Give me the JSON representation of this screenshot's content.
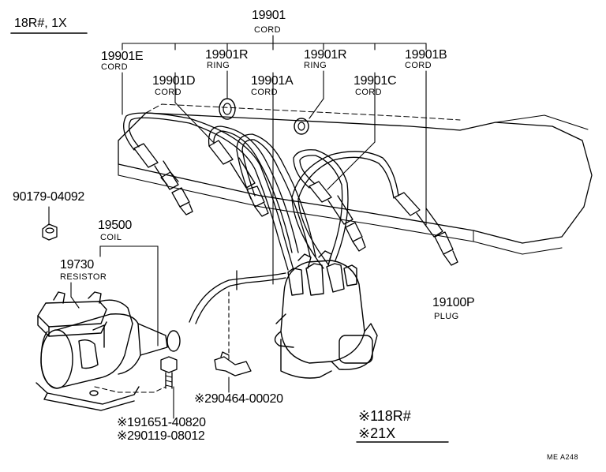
{
  "header": {
    "model": "18R#, 1X"
  },
  "labels": {
    "cord_main": {
      "pn": "19901",
      "name": "CORD"
    },
    "cord_e": {
      "pn": "19901E",
      "name": "CORD"
    },
    "ring_1": {
      "pn": "19901R",
      "name": "RING"
    },
    "ring_2": {
      "pn": "19901R",
      "name": "RING"
    },
    "cord_b": {
      "pn": "19901B",
      "name": "CORD"
    },
    "cord_d": {
      "pn": "19901D",
      "name": "CORD"
    },
    "cord_a": {
      "pn": "19901A",
      "name": "CORD"
    },
    "cord_c": {
      "pn": "19901C",
      "name": "CORD"
    },
    "nut": {
      "pn": "90179-04092"
    },
    "coil": {
      "pn": "19500",
      "name": "COIL"
    },
    "resistor": {
      "pn": "19730",
      "name": "RESISTOR"
    },
    "plug": {
      "pn": "19100P",
      "name": "PLUG"
    },
    "clip": {
      "pn": "※290464-00020"
    },
    "bolt_1": {
      "pn": "※191651-40820"
    },
    "bolt_2": {
      "pn": "※290119-08012"
    }
  },
  "legend": {
    "note_1": "※118R#",
    "note_2": "※21X"
  },
  "figure_code": "ME A248",
  "colors": {
    "line": "#000000",
    "background": "#ffffff"
  }
}
